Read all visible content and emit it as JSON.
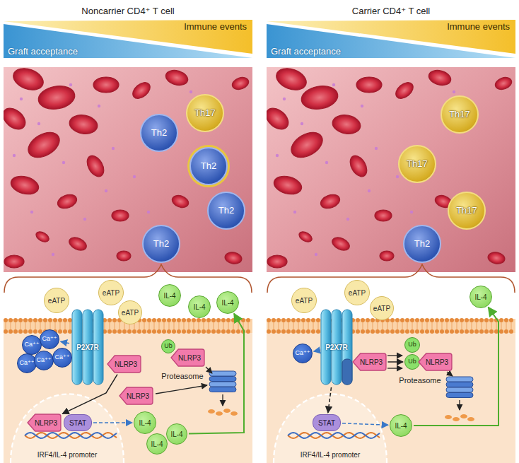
{
  "diagram": {
    "nodes": [
      {
        "text": [
          "Graft acceptance"
        ]
      },
      {
        "text": [
          "Immune events"
        ]
      },
      {
        "text": [
          "Th17"
        ]
      },
      {
        "text": [
          "Th2"
        ]
      },
      {
        "text": [
          "Th2"
        ]
      },
      {
        "text": [
          "Th2"
        ]
      },
      {
        "text": [
          "Th2"
        ]
      },
      {
        "text": [
          "eATP"
        ]
      },
      {
        "text": [
          "eATP"
        ]
      },
      {
        "text": [
          "eATP"
        ]
      },
      {
        "text": [
          "IL-4"
        ]
      },
      {
        "text": [
          "IL-4"
        ]
      },
      {
        "text": [
          "IL-4"
        ]
      },
      {
        "text": [
          "P2X7R"
        ]
      },
      {
        "text": [
          "NLRP3"
        ]
      },
      {
        "text": [
          "Ub"
        ]
      },
      {
        "text": [
          "NLRP3"
        ]
      },
      {
        "text": [
          "Ca⁺⁺"
        ]
      },
      {
        "text": [
          "Ca⁺⁺"
        ]
      },
      {
        "text": [
          "Ca⁺⁺"
        ]
      },
      {
        "text": [
          "Ca⁺⁺"
        ]
      },
      {
        "text": [
          "Ca⁺⁺"
        ]
      },
      {
        "text": [
          "NLRP3"
        ]
      },
      {
        "text": [
          "NLRP3"
        ]
      },
      {
        "text": [
          "STAT"
        ]
      },
      {
        "text": [
          "IL-4"
        ]
      },
      {
        "text": [
          "IL-4"
        ]
      },
      {
        "text": [
          "IL-4"
        ]
      },
      {
        "text": [
          "Graft acceptance"
        ]
      },
      {
        "text": [
          "Immune events"
        ]
      },
      {
        "text": [
          "Th17"
        ]
      },
      {
        "text": [
          "Th17"
        ]
      },
      {
        "text": [
          "Th17"
        ]
      },
      {
        "text": [
          "Th2"
        ]
      },
      {
        "text": [
          "eATP"
        ]
      },
      {
        "text": [
          "eATP"
        ]
      },
      {
        "text": [
          "eATP"
        ]
      },
      {
        "text": [
          "IL-4"
        ]
      },
      {
        "text": [
          "P2X7R"
        ]
      },
      {
        "text": [
          "NLRP3"
        ]
      },
      {
        "text": [
          "Ca⁺⁺"
        ]
      },
      {
        "text": [
          "Ub"
        ]
      },
      {
        "text": [
          "Ub"
        ]
      },
      {
        "text": [
          "NLRP3"
        ]
      },
      {
        "text": [
          "STAT"
        ]
      },
      {
        "text": [
          "IL-4"
        ]
      }
    ],
    "edges": [
      {
        "from": 13,
        "to": 18,
        "arrow": "to"
      },
      {
        "from": 14,
        "to": 23,
        "arrow": "to"
      },
      {
        "from": 24,
        "to": 25,
        "arrow": "to"
      },
      {
        "from": 27,
        "to": 12,
        "arrow": "to"
      },
      {
        "from": 38,
        "to": 40,
        "arrow": "to"
      },
      {
        "from": 39,
        "to": 42,
        "arrow": "to"
      },
      {
        "from": 38,
        "to": 44,
        "arrow": "to"
      },
      {
        "from": 44,
        "to": 45,
        "arrow": "to"
      },
      {
        "from": 45,
        "to": 37,
        "arrow": "to"
      }
    ],
    "labels": [
      "Noncarrier CD4⁺ T cell",
      "Carrier CD4⁺ T cell",
      "Proteasome",
      "IRF4/IL-4 promoter",
      "Proteasome",
      "IRF4/IL-4 promoter"
    ]
  }
}
